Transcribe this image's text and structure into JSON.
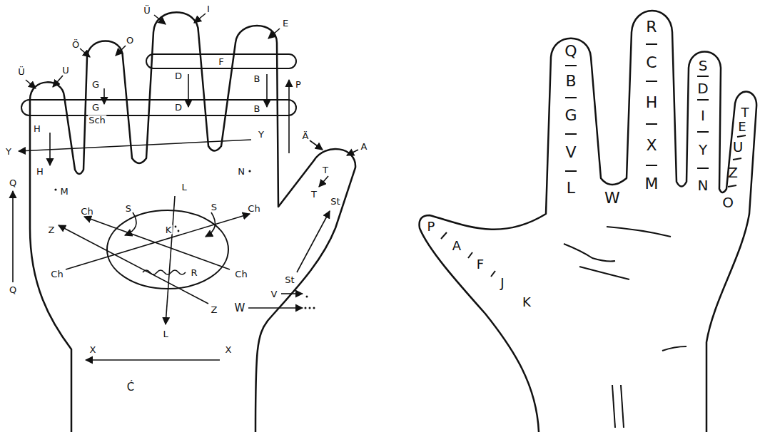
{
  "diagram": {
    "labels": [
      "Ü",
      "U",
      "Ö",
      "O",
      "Ü",
      "I",
      "E",
      "Ä",
      "A",
      "F",
      "G",
      "G",
      "Sch",
      "D",
      "D",
      "B",
      "B",
      "P",
      "H",
      "H",
      "Y",
      "Y",
      "M",
      "N",
      "L",
      "L",
      "K",
      "R",
      "S",
      "S",
      "Ch",
      "Ch",
      "Ch",
      "Ch",
      "Z",
      "Z",
      "Q",
      "Q",
      "T",
      "T",
      "St",
      "St",
      "V",
      "W",
      "X",
      "X",
      "Ć",
      "Q",
      "B",
      "G",
      "V",
      "L",
      "W",
      "R",
      "C",
      "H",
      "X",
      "M",
      "S",
      "D",
      "I",
      "Y",
      "N",
      "T",
      "E",
      "U",
      "Z",
      "O",
      "P",
      "A",
      "F",
      "J",
      "K"
    ]
  }
}
